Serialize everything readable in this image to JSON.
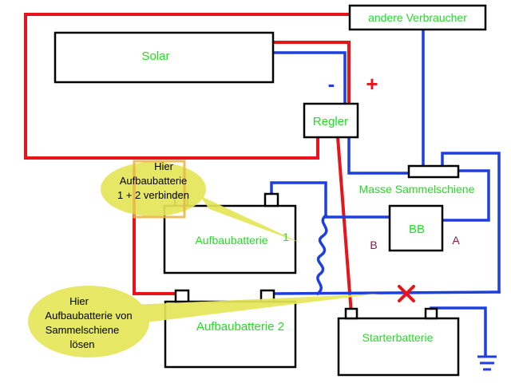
{
  "labels": {
    "andere_verbraucher": "andere Verbraucher",
    "solar": "Solar",
    "minus": "-",
    "plus": "+",
    "regler": "Regler",
    "masse_sammelschiene": "Masse Sammelschiene",
    "bb": "BB",
    "b": "B",
    "a": "A",
    "aufbaubatterie_1": "Aufbaubatterie",
    "aufbaubatterie_1_num": "1",
    "aufbaubatterie_2": "Aufbaubatterie  2",
    "starterbatterie": "Starterbatterie"
  },
  "callouts": {
    "c1": [
      "Hier",
      "Aufbaubatterie",
      "1 + 2 verbinden"
    ],
    "c2": [
      "Hier",
      "Aufbaubatterie von",
      "Sammelschiene",
      "lösen"
    ]
  },
  "colors": {
    "positive": "#e8141b",
    "negative": "#1d3fe0",
    "label_green": "#22dd22",
    "callout_fill": "#e6e65a",
    "ab_label": "#8b1a4b",
    "marker": "#e8141b",
    "highlight": "#e9b347"
  }
}
